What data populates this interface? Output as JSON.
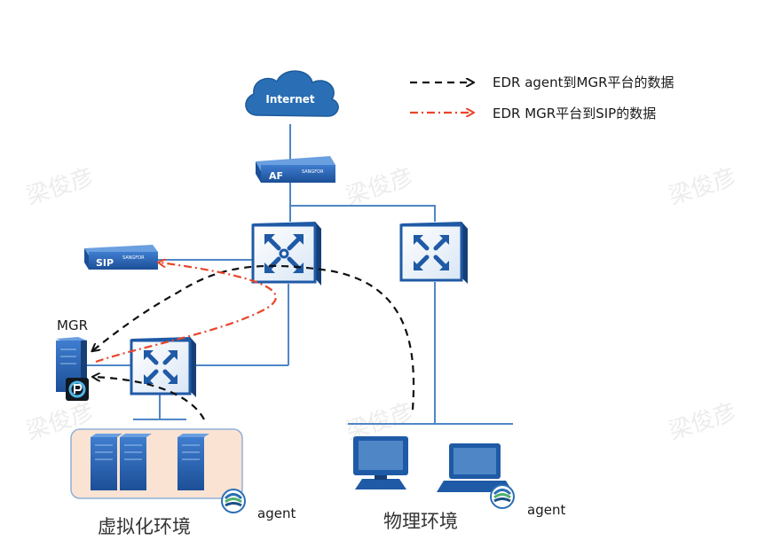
{
  "legend": {
    "items": [
      {
        "label": "EDR agent到MGR平台的数据",
        "color": "#111111",
        "style": "dashed"
      },
      {
        "label": "EDR MGR平台到SIP的数据",
        "color": "#e8462a",
        "style": "dash-dot"
      }
    ]
  },
  "nodes": {
    "internet": "Internet",
    "af": "AF",
    "sip": "SIP",
    "mgr": "MGR",
    "device_brand": "SANGFOR"
  },
  "environments": {
    "virtual": "虚拟化环境",
    "physical": "物理环境"
  },
  "agents": {
    "virtual": "agent",
    "physical": "agent"
  },
  "watermark": "梁俊彦",
  "colors": {
    "switch_blue": "#1f5aa6",
    "link_blue": "#4f86c6",
    "cloud_blue": "#2a6fb5",
    "virtual_bg": "#fbe3d3",
    "red_flow": "#e8462a"
  }
}
